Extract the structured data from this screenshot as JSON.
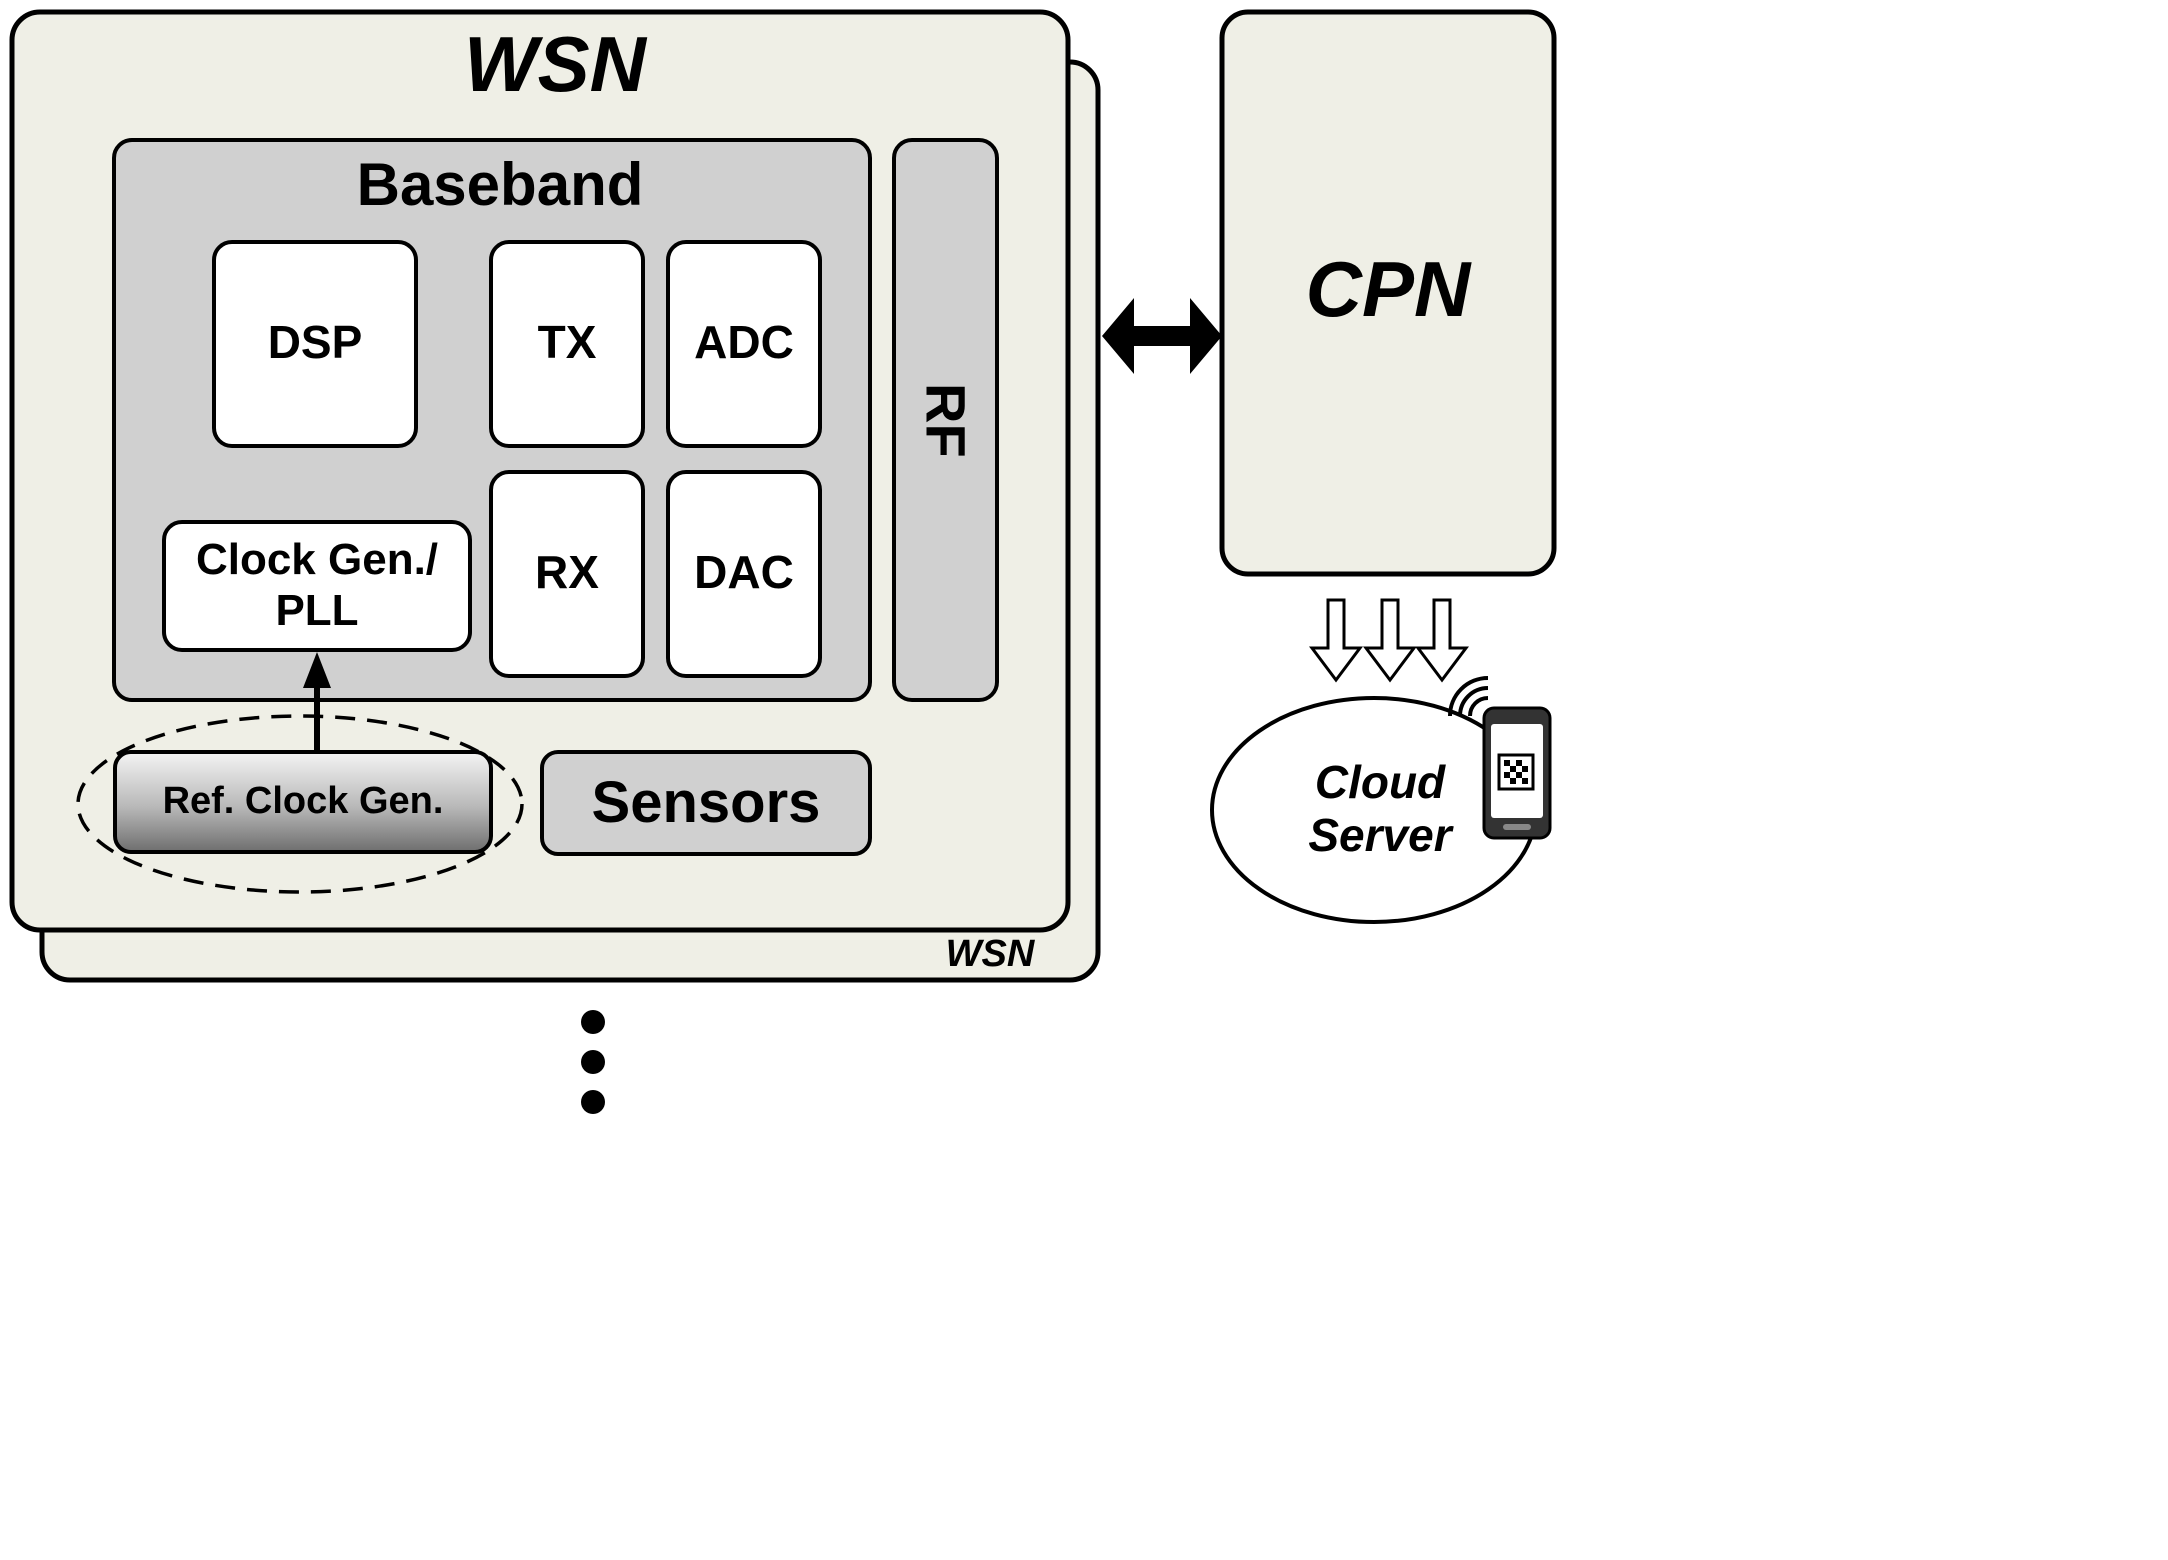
{
  "colors": {
    "wsn_fill": "#efefe6",
    "baseband_fill": "#d0d0d0",
    "rf_fill": "#d0d0d0",
    "sensors_fill": "#d0d0d0",
    "block_fill": "#ffffff",
    "outline": "#000000"
  },
  "wsn": {
    "title": "WSN",
    "back_label": "WSN"
  },
  "baseband": {
    "title": "Baseband",
    "dsp": "DSP",
    "tx": "TX",
    "adc": "ADC",
    "rx": "RX",
    "dac": "DAC",
    "clock_gen_line1": "Clock Gen./",
    "clock_gen_line2": "PLL"
  },
  "rf": {
    "label": "RF"
  },
  "ref_clock": {
    "label": "Ref. Clock Gen."
  },
  "sensors": {
    "label": "Sensors"
  },
  "cpn": {
    "label": "CPN"
  },
  "cloud": {
    "line1": "Cloud",
    "line2": "Server"
  },
  "icons": [
    "bidirectional-arrow-icon",
    "down-arrow-icon",
    "smartphone-icon",
    "wireless-signal-icon",
    "qr-code-icon",
    "ellipsis-vertical-icon"
  ]
}
